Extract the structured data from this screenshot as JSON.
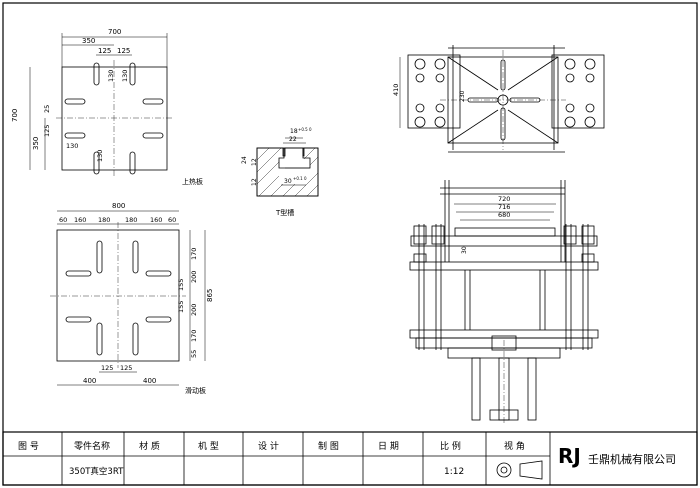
{
  "top_plate": {
    "dims": {
      "width": "700",
      "half": "350",
      "slot_a": "125",
      "slot_b": "125",
      "h_total": "700",
      "h_half": "350",
      "s25": "25",
      "s125": "125",
      "b130a": "130",
      "b130b": "130",
      "b130c": "130",
      "b130d": "130"
    },
    "label": "上热板"
  },
  "t_slot": {
    "dims": {
      "top": "18",
      "top_tol": "+0.5\n0",
      "w22": "22",
      "h24": "24",
      "h12": "12",
      "h12b": "12",
      "w30": "30",
      "w30_tol": "+0.1\n0"
    },
    "label": "T型槽"
  },
  "slide_plate": {
    "dims": {
      "width": "800",
      "top_segments": [
        "60",
        "160",
        "180",
        "180",
        "160",
        "60"
      ],
      "right_segments": [
        "170",
        "200",
        "155",
        "155",
        "200",
        "170",
        "55"
      ],
      "total_h": "865",
      "bottom": [
        "400",
        "125",
        "125",
        "400"
      ]
    },
    "label": "滑动板"
  },
  "plan_view": {
    "dims": {
      "h410": "410",
      "w230": "230"
    }
  },
  "front_view": {
    "dims": {
      "w720": "720",
      "w716": "716",
      "w680": "680",
      "h30": "30"
    }
  },
  "title_block": {
    "headers": [
      "图 号",
      "零件名称",
      "材 质",
      "机 型",
      "设 计",
      "制 图",
      "日 期",
      "比 例",
      "视 角"
    ],
    "part_name": "350T真空3RT",
    "scale": "1:12",
    "company": "壬鼎机械有限公司",
    "logo": "RJ"
  }
}
